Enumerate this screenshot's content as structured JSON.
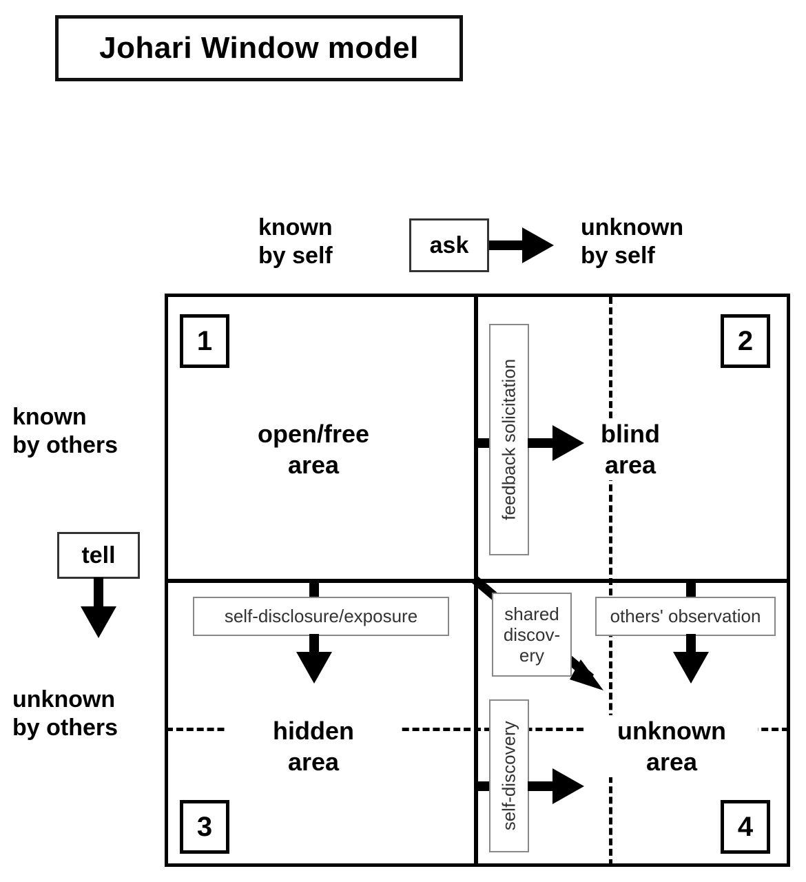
{
  "title": {
    "text": "Johari Window model"
  },
  "axes": {
    "top_left": "known\nby self",
    "top_right": "unknown\nby self",
    "left_top": "known\nby others",
    "left_bottom": "unknown\nby others"
  },
  "controls": {
    "ask_label": "ask",
    "tell_label": "tell"
  },
  "quadrants": [
    {
      "number": "1",
      "title": "open/free\narea"
    },
    {
      "number": "2",
      "title": "blind\narea"
    },
    {
      "number": "3",
      "title": "hidden\narea"
    },
    {
      "number": "4",
      "title": "unknown\narea"
    }
  ],
  "processes": {
    "feedback_solicitation": "feedback solicitation",
    "self_disclosure": "self-disclosure/exposure",
    "shared_discovery": "shared\ndiscov-\nery",
    "others_observation": "others' observation",
    "self_discovery": "self-discovery"
  },
  "colors": {
    "ink": "#000000",
    "frame": "#000000",
    "proc_border": "#888888",
    "proc_text": "#333333",
    "background": "#ffffff"
  }
}
